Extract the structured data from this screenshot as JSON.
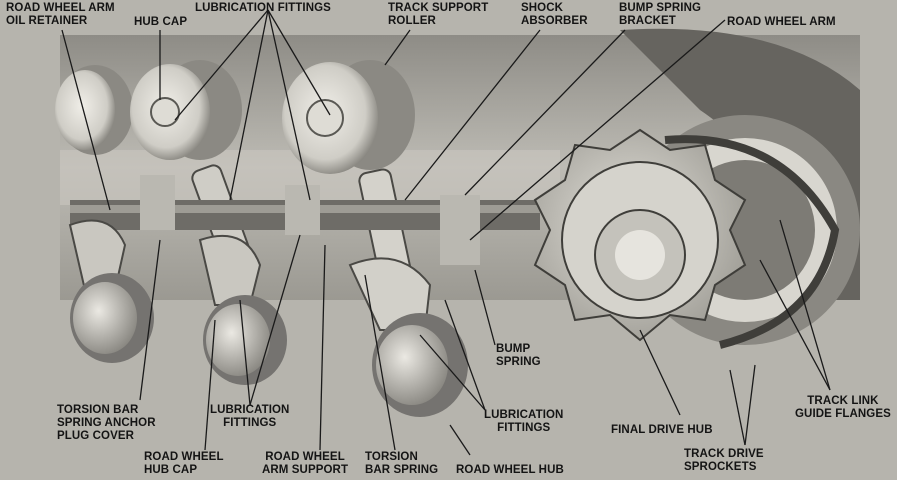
{
  "labels": {
    "road_wheel_arm_oil_retainer": [
      "ROAD WHEEL ARM",
      "OIL RETAINER"
    ],
    "hub_cap": [
      "HUB CAP"
    ],
    "lubrication_fittings_top": [
      "LUBRICATION FITTINGS"
    ],
    "track_support_roller": [
      "TRACK SUPPORT",
      "ROLLER"
    ],
    "shock_absorber": [
      "SHOCK",
      "ABSORBER"
    ],
    "bump_spring_bracket": [
      "BUMP SPRING",
      "BRACKET"
    ],
    "road_wheel_arm": [
      "ROAD WHEEL ARM"
    ],
    "torsion_bar_spring_anchor_plug_cover": [
      "TORSION BAR",
      "SPRING ANCHOR",
      "PLUG COVER"
    ],
    "lubrication_fittings_left": [
      "LUBRICATION",
      "FITTINGS"
    ],
    "road_wheel_hub_cap": [
      "ROAD WHEEL",
      "HUB CAP"
    ],
    "road_wheel_arm_support": [
      "ROAD WHEEL",
      "ARM SUPPORT"
    ],
    "torsion_bar_spring": [
      "TORSION",
      "BAR SPRING"
    ],
    "road_wheel_hub": [
      "ROAD WHEEL HUB"
    ],
    "bump_spring": [
      "BUMP",
      "SPRING"
    ],
    "lubrication_fittings_right": [
      "LUBRICATION",
      "FITTINGS"
    ],
    "final_drive_hub": [
      "FINAL DRIVE HUB"
    ],
    "track_drive_sprockets": [
      "TRACK DRIVE",
      "SPROCKETS"
    ],
    "track_link_guide_flanges": [
      "TRACK LINK",
      "GUIDE FLANGES"
    ]
  },
  "colors": {
    "background": "#b6b4ad",
    "metal_light": "#e4e2dc",
    "metal_mid": "#a9a7a0",
    "metal_dark": "#4a4945",
    "leader_line": "#1a1a1a"
  }
}
